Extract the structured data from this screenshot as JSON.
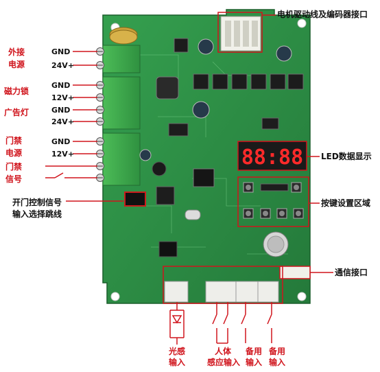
{
  "colors": {
    "pcb_green": "#2e8b45",
    "pcb_dark": "#1f6e34",
    "terminal_green": "#3fae4a",
    "callout_red": "#d0141c",
    "led_red": "#ff2a2a",
    "connector_white": "#f1f1ea"
  },
  "labels": {
    "motor_encoder": "电机驱动线及编码器接口",
    "ext_power_line1": "外接",
    "ext_power_line2": "电源",
    "maglock": "磁力锁",
    "ad_light": "广告灯",
    "door_power_line1": "门禁",
    "door_power_line2": "电源",
    "door_signal_line1": "门禁",
    "door_signal_line2": "信号",
    "jumper_line1": "开门控制信号",
    "jumper_line2": "输入选择跳线",
    "led_display": "LED数据显示",
    "button_area": "按键设置区域",
    "comm_port": "通信接口",
    "light_input_line1": "光感",
    "light_input_line2": "输入",
    "human_input_line1": "人体",
    "human_input_line2": "感应输入",
    "spare1_line1": "备用",
    "spare1_line2": "输入",
    "spare2_line1": "备用",
    "spare2_line2": "输入"
  },
  "terminals": {
    "gnd_1": "GND",
    "v24_1": "24V+",
    "gnd_2": "GND",
    "v12_1": "12V+",
    "gnd_3": "GND",
    "v24_2": "24V+",
    "gnd_4": "GND",
    "v12_2": "12V+"
  },
  "display": {
    "led_value": "88:88"
  }
}
